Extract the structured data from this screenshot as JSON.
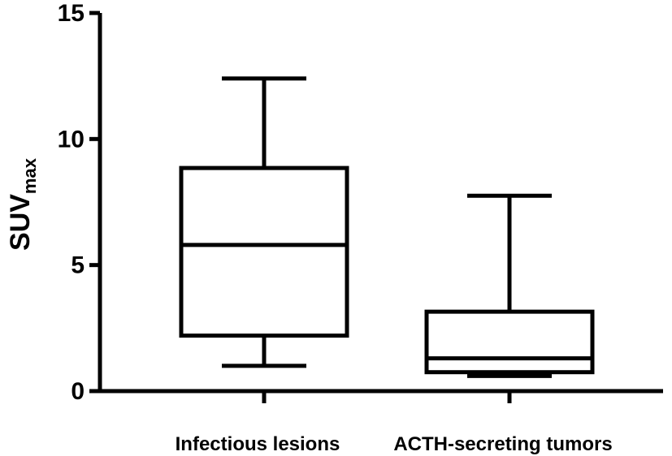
{
  "chart_data": {
    "type": "box",
    "ylabel": "SUV",
    "ylabel_subscript": "max",
    "ylim": [
      0,
      15
    ],
    "yticks": [
      0,
      5,
      10,
      15
    ],
    "ytick_labels": [
      "0",
      "5",
      "10",
      "15"
    ],
    "categories": [
      "Infectious lesions",
      "ACTH-secreting tumors"
    ],
    "boxes": [
      {
        "category": "Infectious lesions",
        "whisker_low": 1.0,
        "q1": 2.2,
        "median": 5.8,
        "q3": 8.85,
        "whisker_high": 12.4
      },
      {
        "category": "ACTH-secreting tumors",
        "whisker_low": 0.6,
        "q1": 0.75,
        "median": 1.3,
        "q3": 3.15,
        "whisker_high": 7.75
      }
    ],
    "grid": false,
    "colors": {
      "stroke": "#000000",
      "background": "#ffffff"
    }
  }
}
